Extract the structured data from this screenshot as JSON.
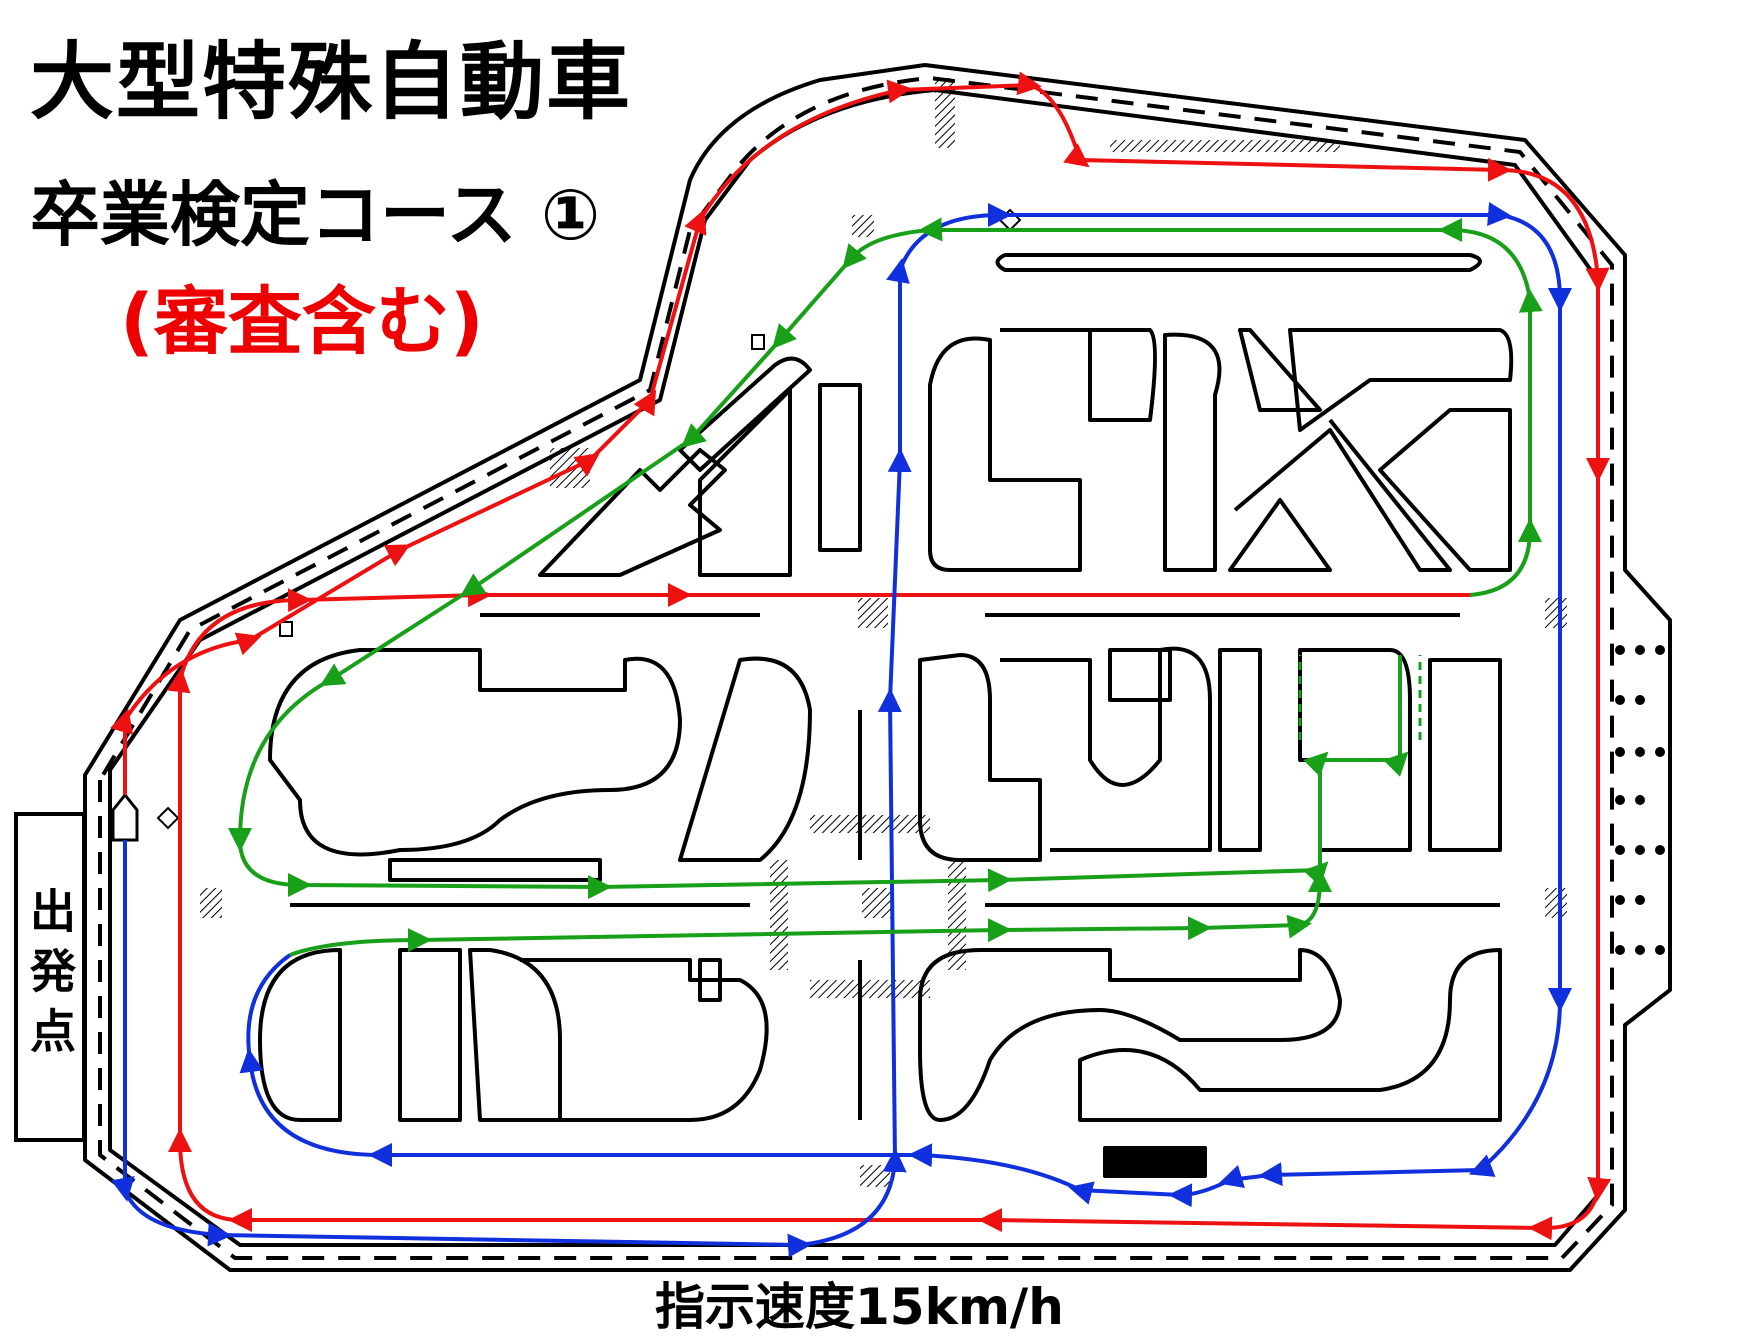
{
  "map": {
    "title": "大型特殊自動車",
    "subtitle": "卒業検定コース ①",
    "note": "(審査含む)",
    "start_label": "出発点",
    "speed_label": "指示速度15km/h",
    "colors": {
      "route_red": "#ee1111",
      "route_blue": "#1030dd",
      "route_green": "#18a018",
      "road": "#000000",
      "background": "#ffffff"
    }
  }
}
